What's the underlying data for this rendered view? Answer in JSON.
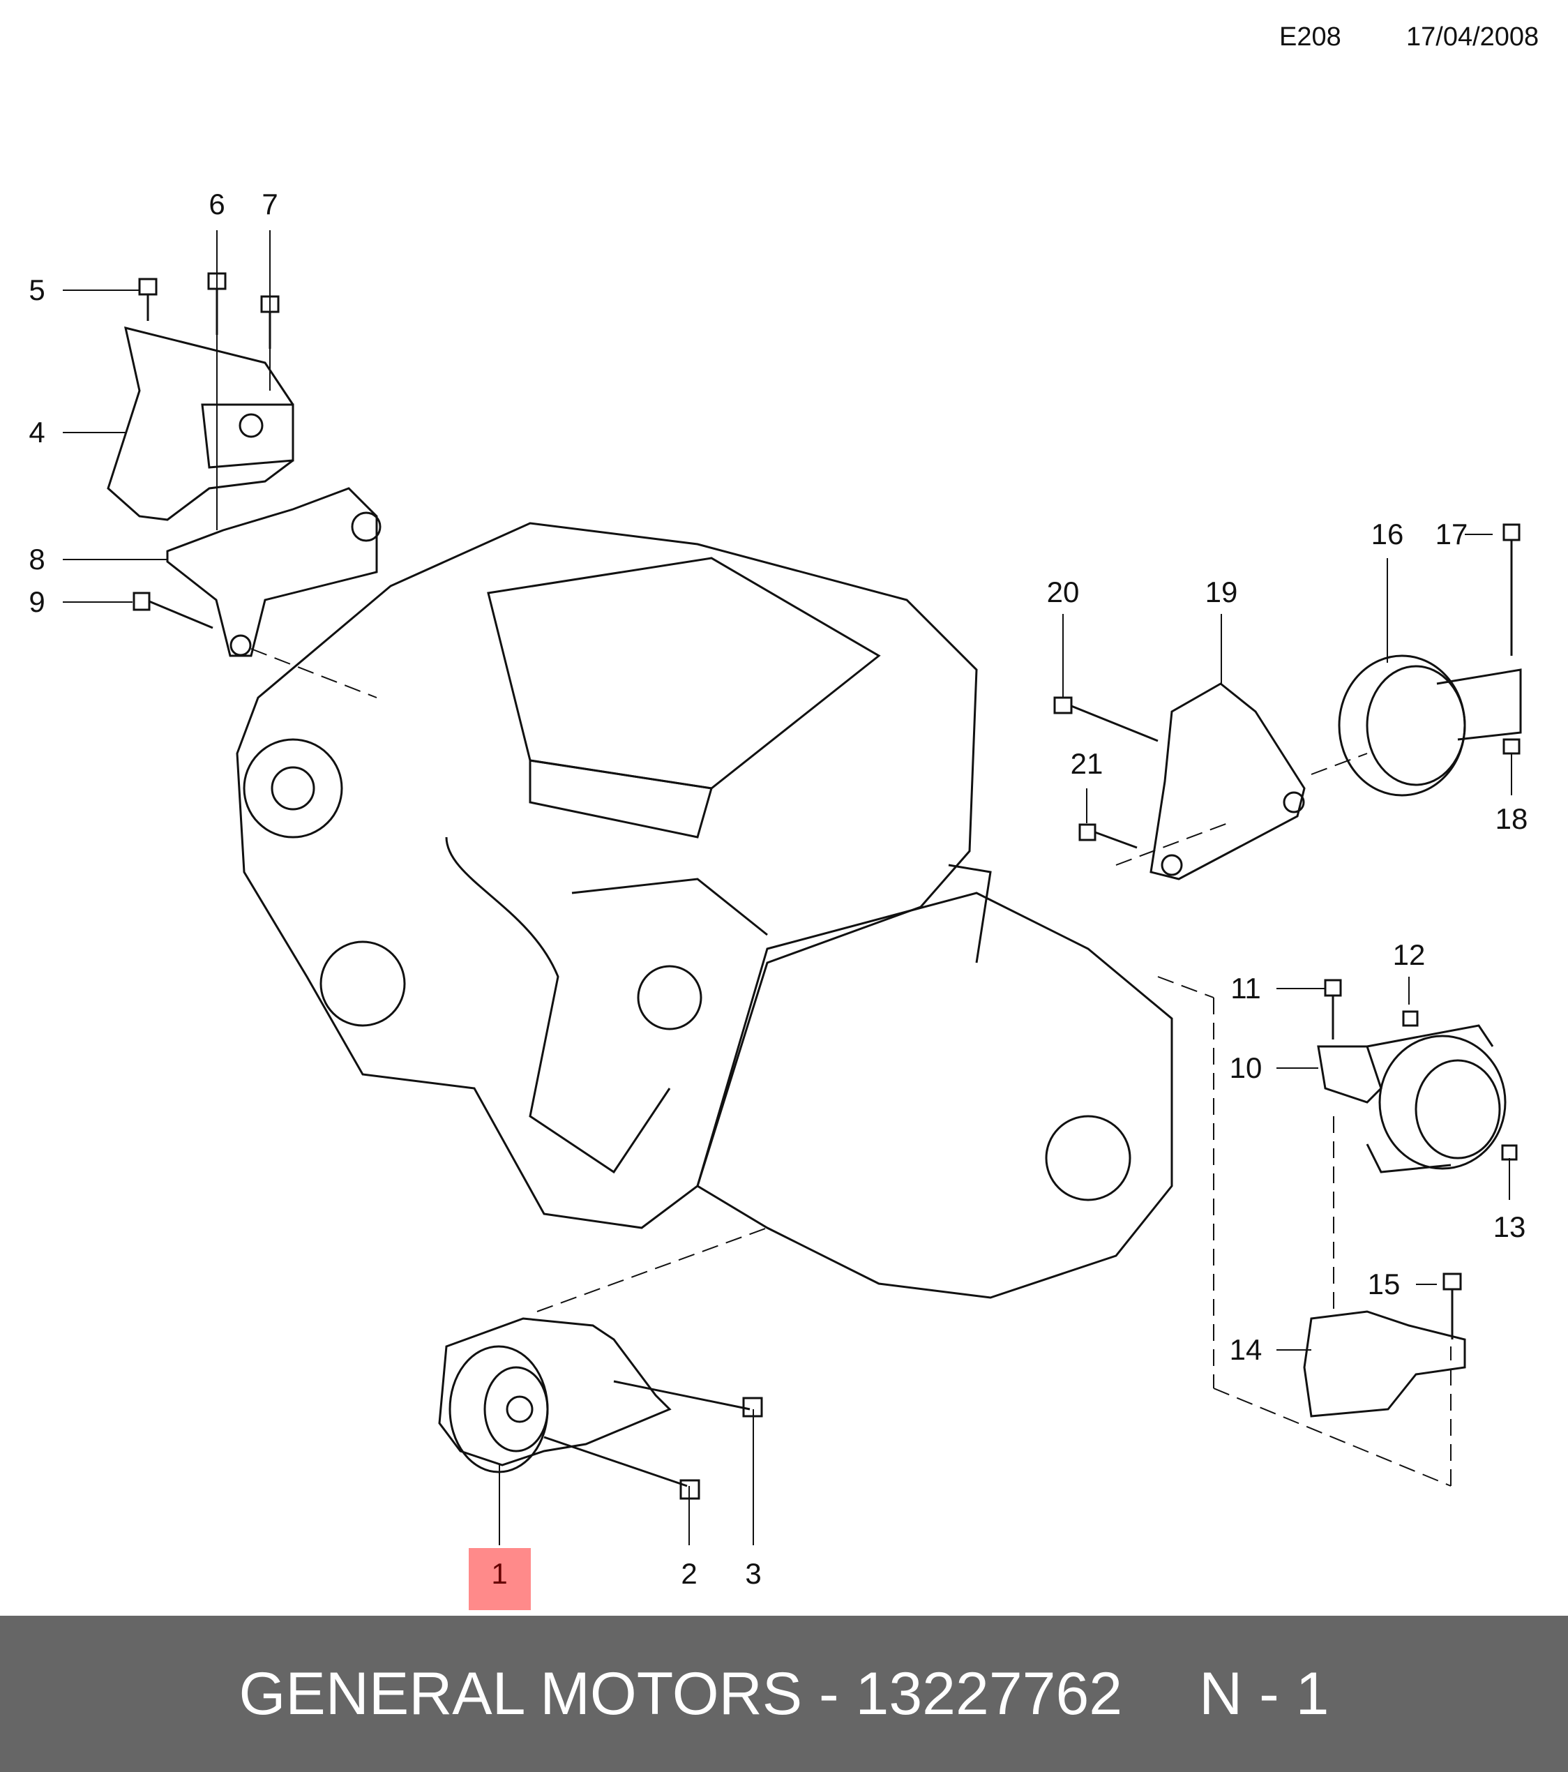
{
  "header": {
    "code": "E208",
    "date": "17/04/2008"
  },
  "callouts": [
    "1",
    "2",
    "3",
    "4",
    "5",
    "6",
    "7",
    "8",
    "9",
    "10",
    "11",
    "12",
    "13",
    "14",
    "15",
    "16",
    "17",
    "18",
    "19",
    "20",
    "21"
  ],
  "highlighted_callout": "1",
  "highlight_color": "#ff8a8a",
  "footer": {
    "brand": "GENERAL MOTORS",
    "separator": " - ",
    "part_number": "13227762",
    "quantity": "N - 1"
  }
}
